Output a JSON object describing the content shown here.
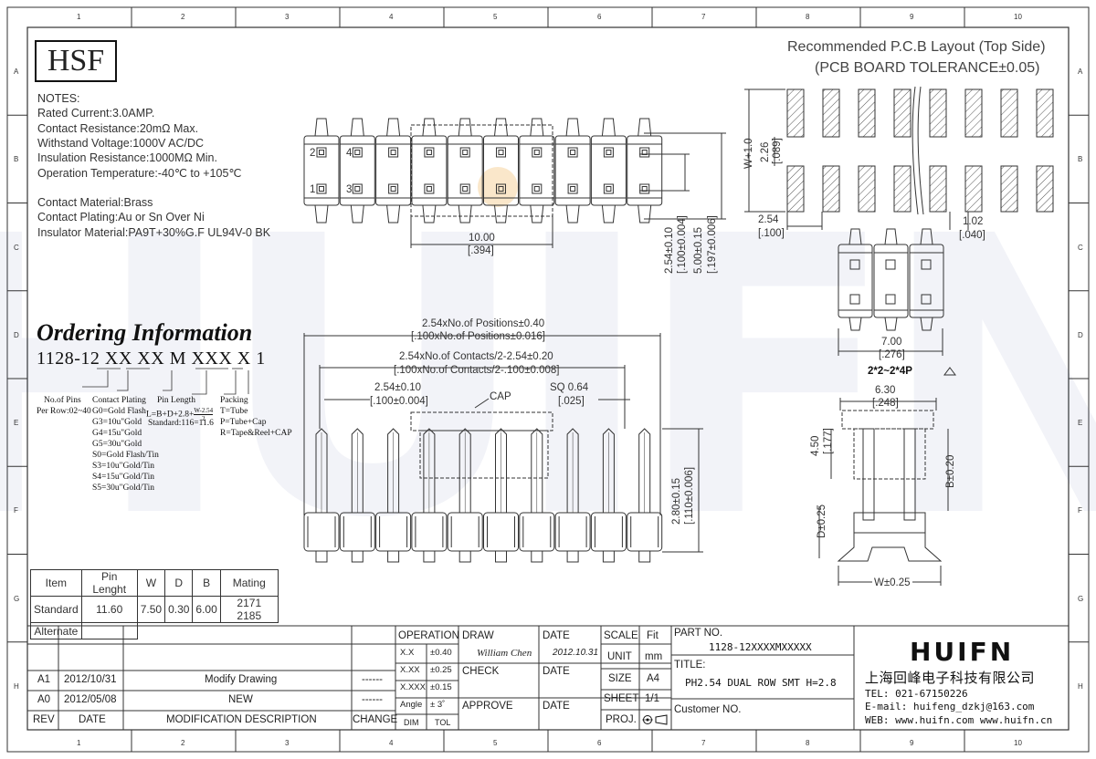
{
  "watermark": "HUIFN",
  "logo_hsf": "HSF",
  "layout_title": {
    "line1": "Recommended P.C.B Layout (Top Side)",
    "line2": "(PCB BOARD TOLERANCE±0.05)"
  },
  "notes": [
    "NOTES:",
    "Rated Current:3.0AMP.",
    "Contact Resistance:20mΩ Max.",
    "Withstand Voltage:1000V AC/DC",
    "Insulation Resistance:1000MΩ Min.",
    "Operation Temperature:-40℃ to +105℃",
    "",
    "Contact Material:Brass",
    "Contact Plating:Au or Sn Over Ni",
    "Insulator Material:PA9T+30%G.F UL94V-0 BK"
  ],
  "ordering": {
    "title": "Ordering Information",
    "code": "1128-12 XX XX M XXX X 1",
    "pins": {
      "head": "No.of Pins",
      "row": "Per Row:02~40"
    },
    "plating": {
      "head": "Contact Plating",
      "items": [
        "G0=Gold Flash",
        "G3=10u\"Gold",
        "G4=15u\"Gold",
        "G5=30u\"Gold",
        "S0=Gold Flash/Tin",
        "S3=10u\"Gold/Tin",
        "S4=15u\"Gold/Tin",
        "S5=30u\"Gold/Tin"
      ]
    },
    "length": {
      "head": "Pin Length",
      "formula": "L=B+D+2.8+",
      "frac_num": "W-2.54",
      "frac_den": "2",
      "standard": "Standard:116=11.6"
    },
    "packing": {
      "head": "Packing",
      "items": [
        "T=Tube",
        "P=Tube+Cap",
        "R=Tape&Reel+CAP"
      ]
    }
  },
  "dims": {
    "top_width": "10.00",
    "top_width_in": "[.394]",
    "pitch_v": "2.54±0.10",
    "pitch_v_in": "[.100±0.004]",
    "height_v": "5.00±0.15",
    "height_v_in": "[.197±0.006]",
    "pos_total": "2.54xNo.of Positions±0.40",
    "pos_total_in": "[.100xNo.of Positions±0.016]",
    "contacts": "2.54xNo.of Contacts/2-2.54±0.20",
    "contacts_in": "[.100xNo.of Contacts/2-.100±0.008]",
    "pitch_h": "2.54±0.10",
    "pitch_h_in": "[.100±0.004]",
    "cap": "CAP",
    "sq": "SQ 0.64",
    "sq_in": "[.025]",
    "front_h": "2.80±0.15",
    "front_h_in": "[.110±0.006]",
    "pcb_w": "W+1.0",
    "pcb_p": "2.26",
    "pcb_p_in": "[.089]",
    "pcb_pitch": "2.54",
    "pcb_pitch_in": "[.100]",
    "pcb_pad": "1.02",
    "pcb_pad_in": "[.040]",
    "small_w": "7.00",
    "small_w_in": "[.276]",
    "small_note": "2*2~2*4P",
    "side_w": "6.30",
    "side_w_in": "[.248]",
    "side_h": "4.50",
    "side_h_in": "[.177]",
    "side_b": "B±0.20",
    "side_d": "D±0.25",
    "side_ww": "W±0.25",
    "pin_labels": [
      "2",
      "4",
      "1",
      "3"
    ]
  },
  "spec_table": {
    "header": [
      "Item",
      "Pin Lenght",
      "W",
      "D",
      "B",
      "Mating"
    ],
    "rows": [
      [
        "Standard",
        "11.60",
        "7.50",
        "0.30",
        "6.00",
        "2171 2185"
      ],
      [
        "Alternate",
        "",
        "",
        "",
        "",
        ""
      ]
    ]
  },
  "title_block": {
    "rev_rows": [
      {
        "rev": "A1",
        "date": "2012/10/31",
        "desc": "Modify Drawing",
        "change": "------"
      },
      {
        "rev": "A0",
        "date": "2012/05/08",
        "desc": "NEW",
        "change": "------"
      }
    ],
    "rev_head": {
      "rev": "REV",
      "date": "DATE",
      "desc": "MODIFICATION  DESCRIPTION",
      "change": "CHANGE"
    },
    "operation": "OPERATION",
    "tol": [
      [
        "X.X",
        "±0.40"
      ],
      [
        "X.XX",
        "±0.25"
      ],
      [
        "X.XXX",
        "±0.15"
      ],
      [
        "Angle",
        "± 3˚"
      ]
    ],
    "dim": "DIM",
    "tol_label": "TOL",
    "draw": "DRAW",
    "drawer": "William Chen",
    "check": "CHECK",
    "approve": "APPROVE",
    "date_label": "DATE",
    "draw_date": "2012.10.31",
    "scale": "SCALE",
    "fit": "Fit",
    "unit": "UNIT",
    "unit_val": "mm",
    "size": "SIZE",
    "size_val": "A4",
    "sheet": "SHEET",
    "sheet_val": "1/1",
    "proj": "PROJ.",
    "part_no_label": "PART NO.",
    "part_no": "1128-12XXXXMXXXXX",
    "title_label": "TITLE:",
    "title": "PH2.54 DUAL ROW SMT H=2.8",
    "customer": "Customer NO."
  },
  "company": {
    "logo": "HUIFN",
    "name": "上海回峰电子科技有限公司",
    "tel": "TEL: 021-67150226",
    "email": "E-mail: huifeng_dzkj@163.com",
    "web": "WEB: www.huifn.com  www.huifn.cn"
  },
  "zones": {
    "cols": [
      "1",
      "2",
      "3",
      "4",
      "5",
      "6",
      "7",
      "8",
      "9",
      "10"
    ],
    "rows": [
      "A",
      "B",
      "C",
      "D",
      "E",
      "F",
      "G",
      "H"
    ]
  }
}
